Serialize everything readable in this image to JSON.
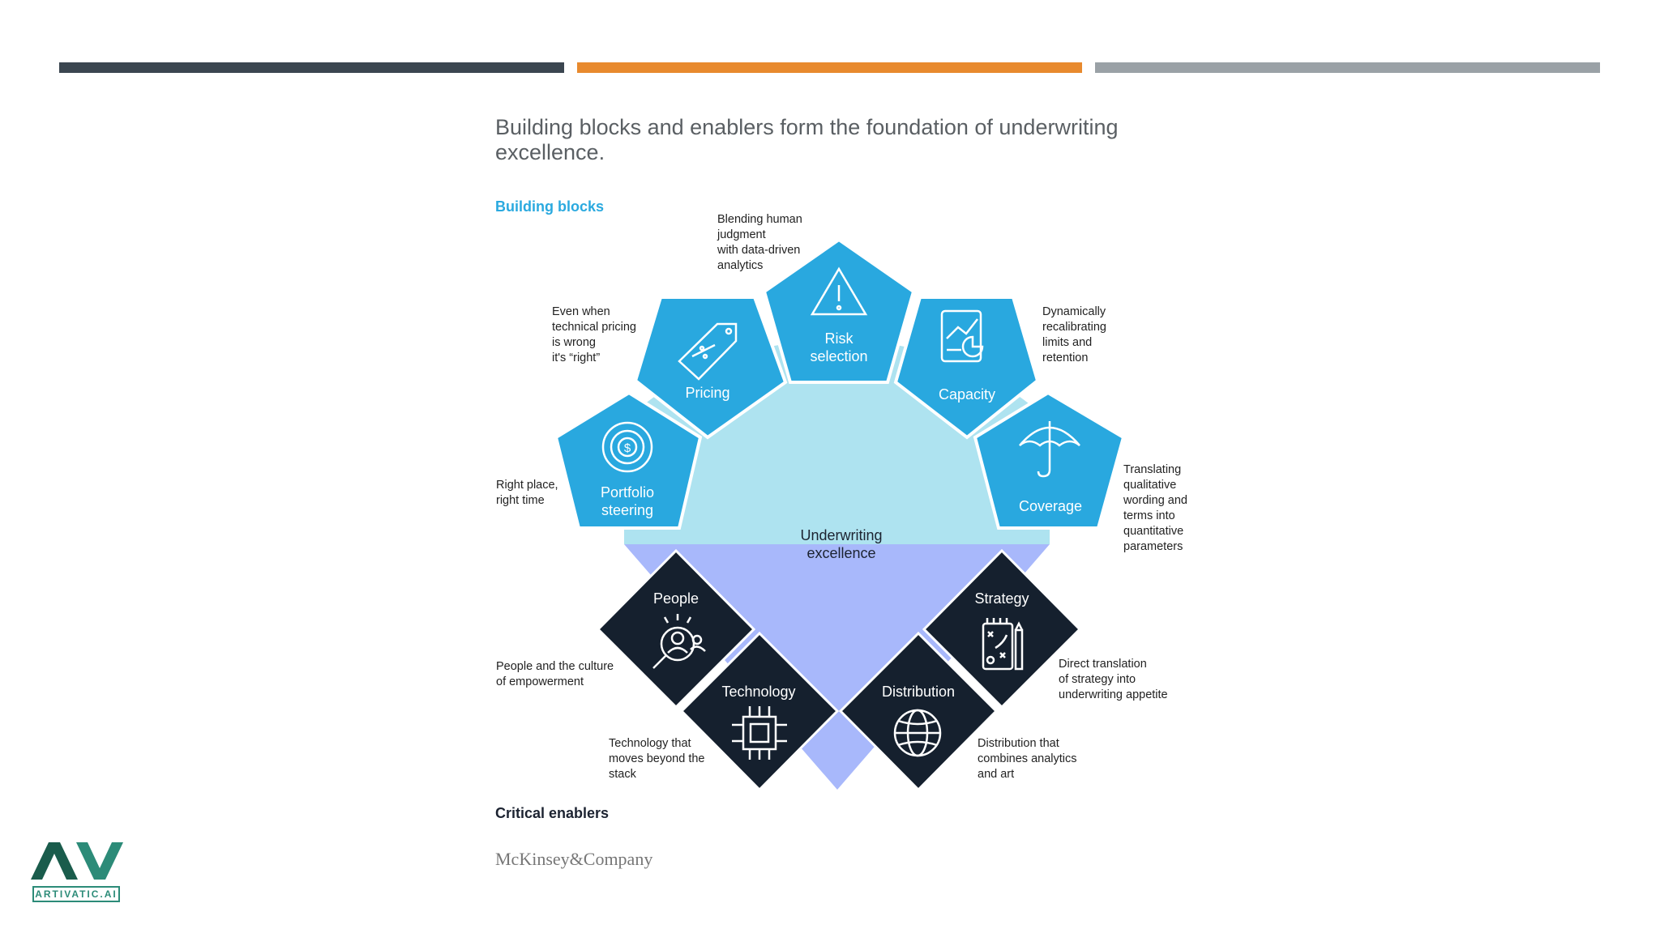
{
  "slide": {
    "title": "Building blocks and enablers form the foundation of underwriting excellence."
  },
  "diagram": {
    "building_blocks_label": "Building blocks",
    "critical_enablers_label": "Critical enablers",
    "center_label": "Underwriting\nexcellence",
    "building_blocks": [
      {
        "name": "Portfolio\nsteering",
        "icon": "dollar-coin-icon",
        "description": "Right place,\nright time"
      },
      {
        "name": "Pricing",
        "icon": "price-tag-icon",
        "description": "Even when\ntechnical pricing\nis wrong\nit's “right”"
      },
      {
        "name": "Risk\nselection",
        "icon": "warning-triangle-icon",
        "description": "Blending human\njudgment\nwith data-driven\nanalytics"
      },
      {
        "name": "Capacity",
        "icon": "growth-chart-icon",
        "description": "Dynamically\nrecalibrating\nlimits and\nretention"
      },
      {
        "name": "Coverage",
        "icon": "umbrella-icon",
        "description": "Translating\nqualitative\nwording and\nterms into\nquantitative\nparameters"
      }
    ],
    "enablers": [
      {
        "name": "People",
        "icon": "people-search-icon",
        "description": "People and the culture\nof empowerment"
      },
      {
        "name": "Technology",
        "icon": "chip-icon",
        "description": "Technology that\nmoves beyond the\nstack"
      },
      {
        "name": "Distribution",
        "icon": "globe-icon",
        "description": "Distribution that\ncombines analytics\nand art"
      },
      {
        "name": "Strategy",
        "icon": "strategy-board-icon",
        "description": "Direct translation\nof strategy into\nunderwriting appetite"
      }
    ],
    "colors": {
      "block_blue": "#29a8df",
      "dome_light": "#aee3f0",
      "enabler_fill": "#15202e",
      "diamond_lavender": "#a8b8fb"
    }
  },
  "source": "McKinsey&Company",
  "logo": {
    "mark": "AV",
    "text": "ARTIVATIC.AI"
  }
}
